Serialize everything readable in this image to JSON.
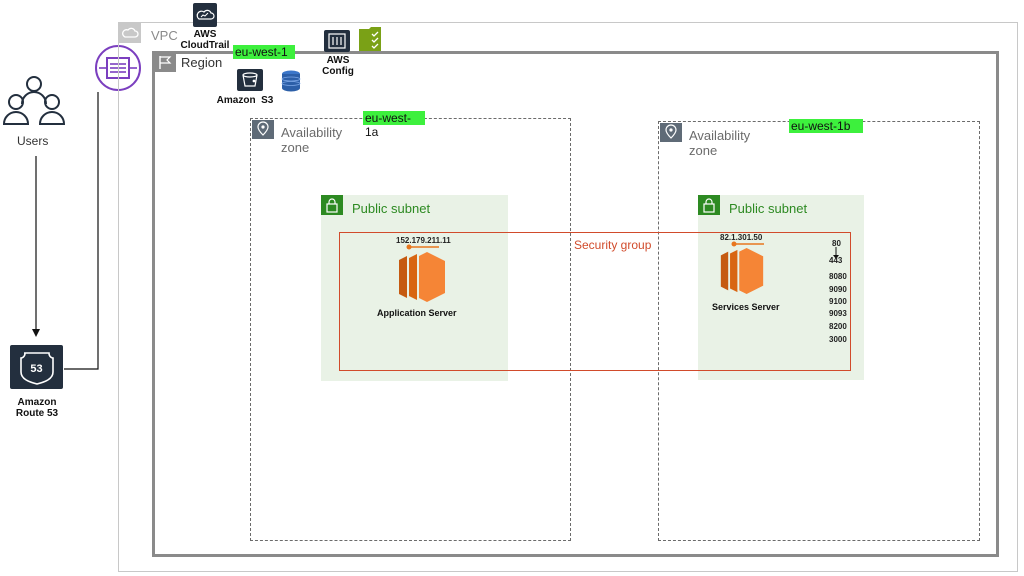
{
  "users": {
    "label": "Users"
  },
  "route53": {
    "label_line1": "Amazon",
    "label_line2": "Route 53",
    "badge": "53"
  },
  "vpc": {
    "label": "VPC"
  },
  "cloudtrail": {
    "label_line1": "AWS",
    "label_line2": "CloudTrail"
  },
  "config": {
    "label_line1": "AWS",
    "label_line2": "Config"
  },
  "region": {
    "label": "Region",
    "tag": "eu-west-1"
  },
  "s3": {
    "label": "Amazon  S3"
  },
  "az_a": {
    "label_line1": "Availability",
    "label_line2": "zone",
    "tag": "eu-west-1a"
  },
  "az_b": {
    "label_line1": "Availability",
    "label_line2": "zone",
    "tag": "eu-west-1b"
  },
  "subnet_a": {
    "label": "Public subnet"
  },
  "subnet_b": {
    "label": "Public subnet"
  },
  "security_group": {
    "label": "Security group"
  },
  "app_server": {
    "label": "Application Server",
    "ip": "152.179.211.11"
  },
  "services_server": {
    "label": "Services Server",
    "ip": "82.1.301.50",
    "ports": [
      "80",
      "443",
      "8080",
      "9090",
      "9100",
      "9093",
      "8200",
      "3000"
    ]
  },
  "colors": {
    "aws_dark": "#232f3e",
    "ec2_orange": "#e8761e",
    "subnet_green": "#2d8a22",
    "security_group_red": "#d14b2b",
    "tag_green": "#3df03d",
    "route_purple": "#7b3fbf"
  }
}
